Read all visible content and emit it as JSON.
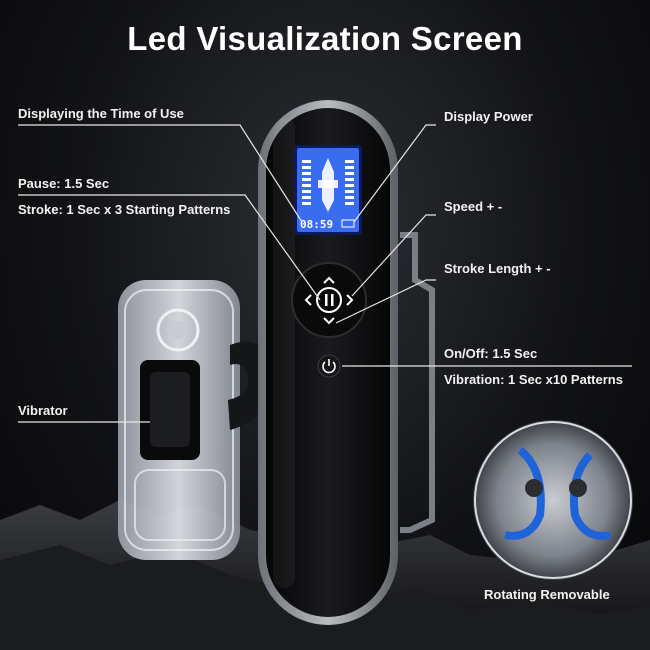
{
  "title": "Led Visualization Screen",
  "lcd": {
    "time": "08:59"
  },
  "labels": {
    "time_of_use": "Displaying the Time of Use",
    "pause": "Pause: 1.5 Sec",
    "stroke": "Stroke: 1 Sec x 3 Starting Patterns",
    "vibrator": "Vibrator",
    "display_power": "Display Power",
    "speed": "Speed + -",
    "stroke_length": "Stroke Length + -",
    "on_off": "On/Off: 1.5 Sec",
    "vibration": "Vibration: 1 Sec x10 Patterns",
    "rotating_removable": "Rotating Removable"
  },
  "colors": {
    "lcd_blue": "#3a6cf0",
    "label_text": "#f2f2f2",
    "line": "#e6e6e6"
  },
  "icons": [
    "pause-icon",
    "arrow-left-icon",
    "arrow-right-icon",
    "arrow-up-icon",
    "arrow-down-icon",
    "power-icon",
    "battery-icon"
  ]
}
